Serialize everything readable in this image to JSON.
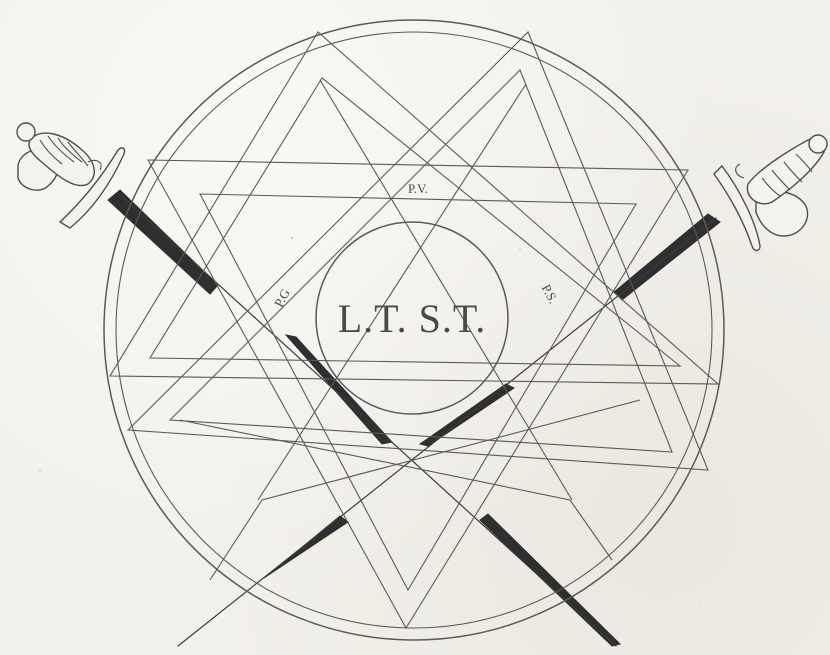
{
  "center_text": "L.T. S.T.",
  "point_labels": {
    "top": "P.V.",
    "left": "P.G",
    "right": "P.S."
  },
  "colors": {
    "paper": "#f2f0ea",
    "ink": "#5b5a57",
    "blade": "#2f2f2f"
  }
}
